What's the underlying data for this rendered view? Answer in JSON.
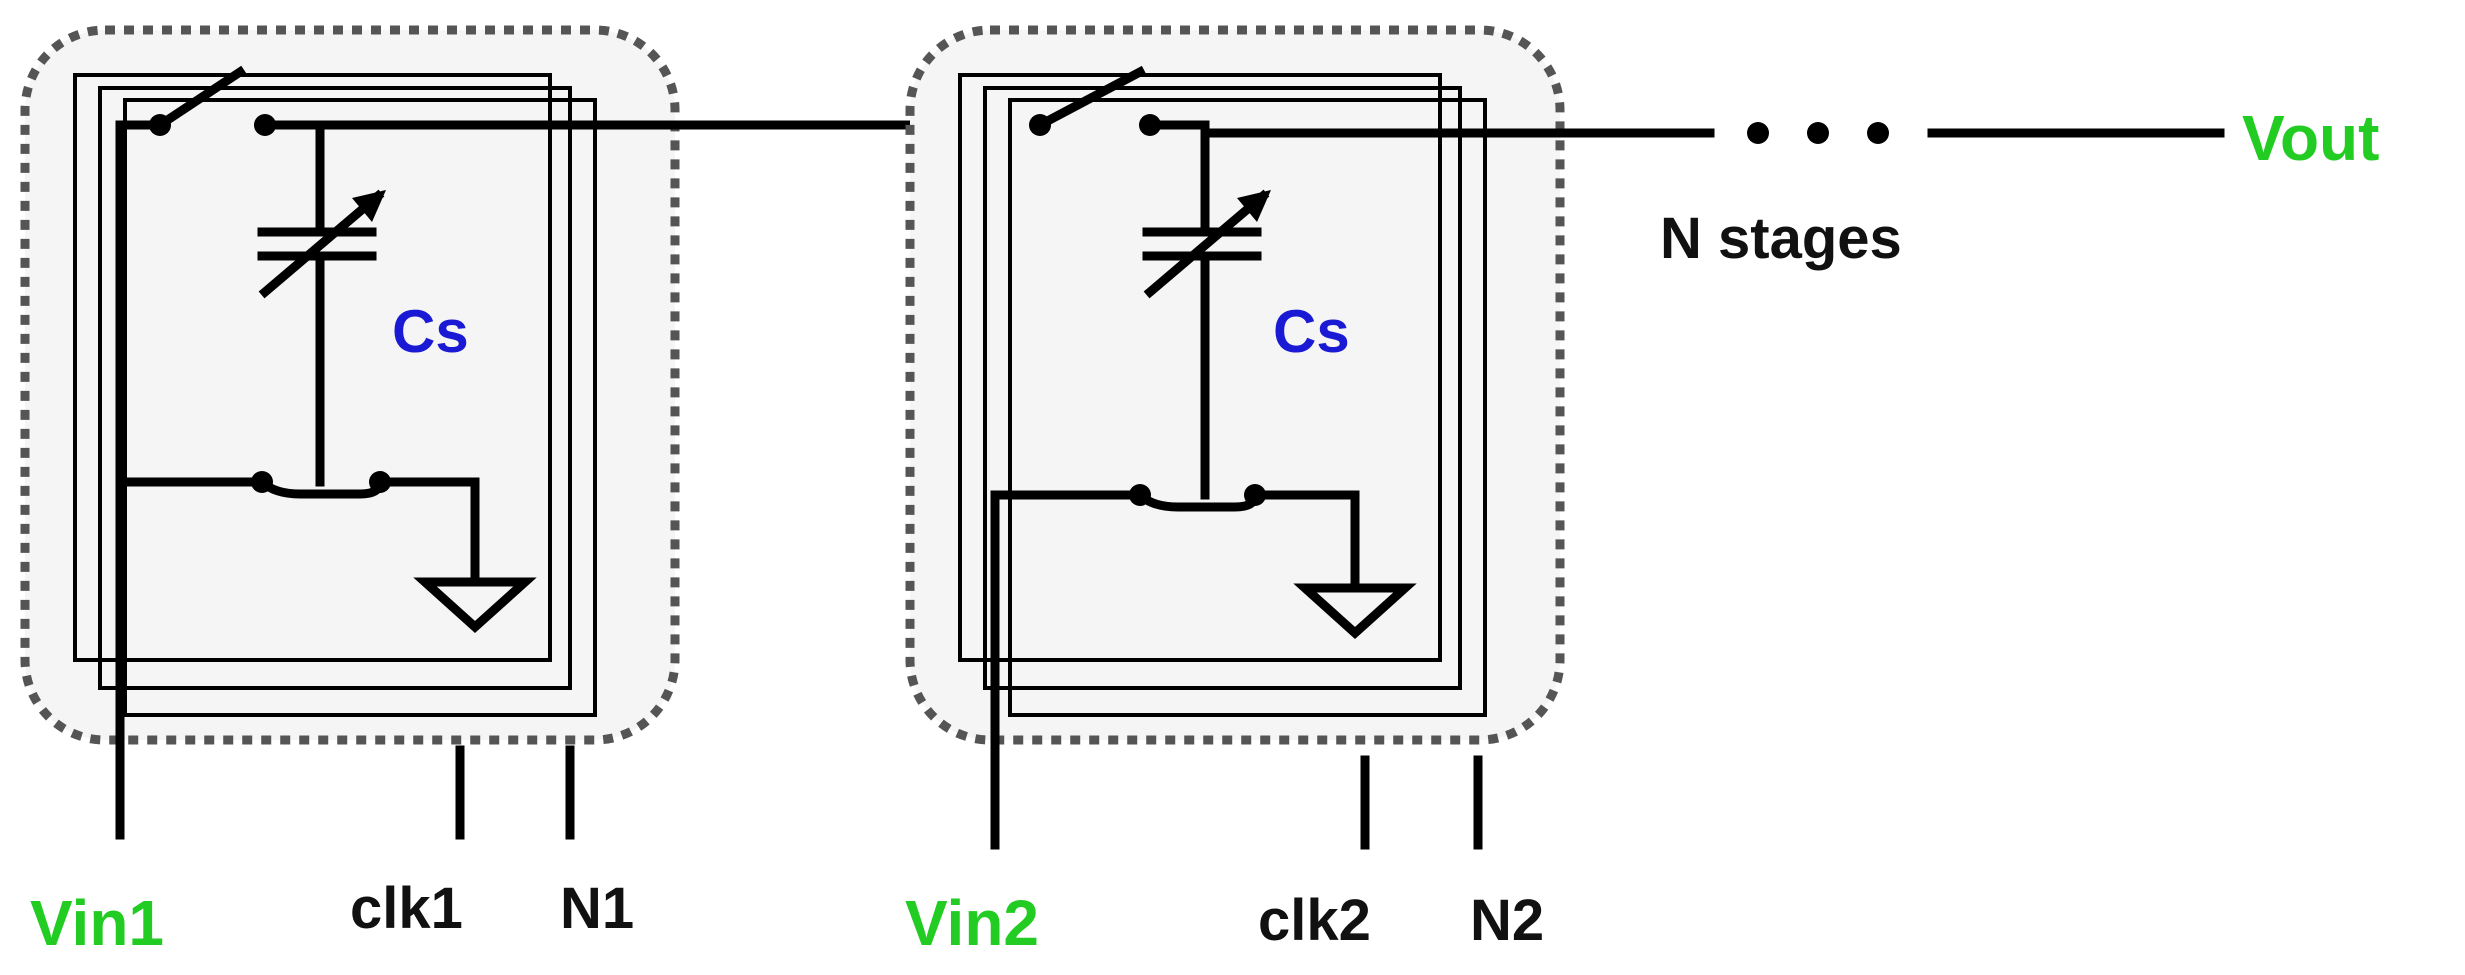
{
  "diagram": {
    "colors": {
      "input_output_label": "#22cc22",
      "capacitor_label": "#1a1ad4",
      "wire": "#000000"
    },
    "stage1": {
      "input_label": "Vin1",
      "clock_label": "clk1",
      "n_label": "N1",
      "capacitor_label": "Cs"
    },
    "stage2": {
      "input_label": "Vin2",
      "clock_label": "clk2",
      "n_label": "N2",
      "capacitor_label": "Cs"
    },
    "output_label": "Vout",
    "stages_label": "N stages"
  }
}
